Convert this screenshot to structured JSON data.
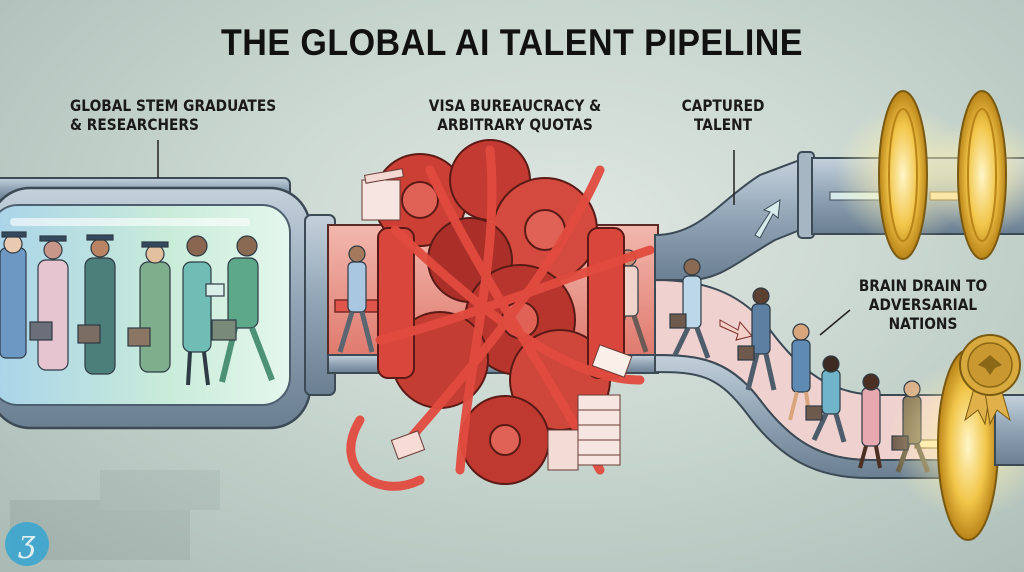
{
  "title": "THE GLOBAL AI TALENT PIPELINE",
  "labels": {
    "graduates": {
      "line1": "GLOBAL STEM GRADUATES",
      "line2": "& RESEARCHERS"
    },
    "bureaucracy": {
      "line1": "VISA BUREAUCRACY &",
      "line2": "ARBITRARY QUOTAS"
    },
    "captured": {
      "line1": "CAPTURED",
      "line2": "TALENT"
    },
    "brain_drain": {
      "line1": "BRAIN DRAIN TO",
      "line2": "ADVERSARIAL",
      "line3": "NATIONS"
    }
  },
  "sections": [
    {
      "id": "source",
      "description": "Glass pipe of graduates in caps and gowns and professionals with briefcases",
      "figure_count": 6
    },
    {
      "id": "blockage",
      "description": "Red gears wrapped in red tape with paper stacks blocking the pipe"
    },
    {
      "id": "captured_branch",
      "description": "Upper grey pipe passing through two golden rings"
    },
    {
      "id": "drain_branch",
      "description": "Lower pipe with walking professionals exiting through golden portal with seal",
      "figure_count": 6
    }
  ],
  "logo": {
    "glyph": "ʒ",
    "icon": "brand-logo-icon"
  },
  "colors": {
    "background": "#cbd8d2",
    "pipe": "#8fa3b4",
    "glass": "#cfeee6",
    "red_tape": "#d9443b",
    "gear": "#c0382f",
    "gold": "#e8b73a",
    "text": "#111111"
  }
}
